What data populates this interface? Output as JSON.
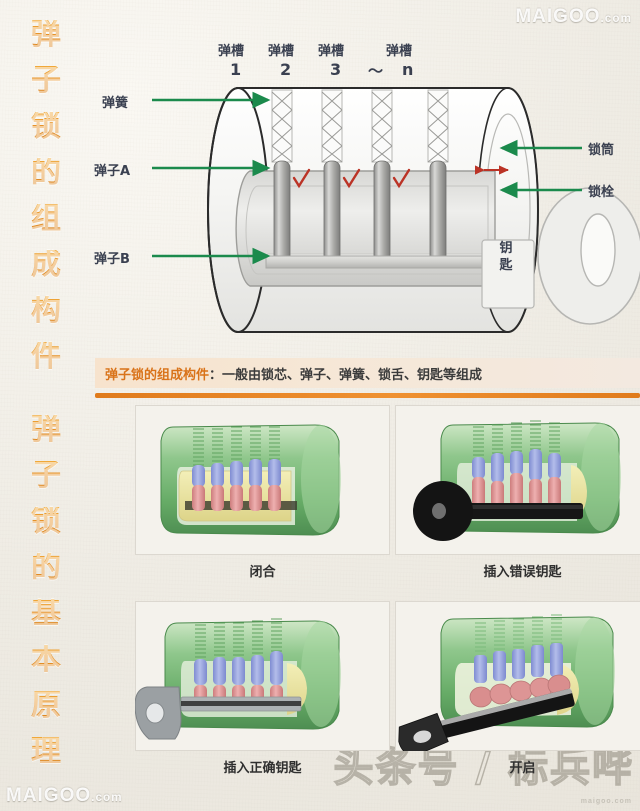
{
  "page": {
    "background_color": "#efece4",
    "divider_color": "#e07b1c"
  },
  "watermarks": {
    "top_right": "MAIGOO",
    "top_right_suffix": ".com",
    "bottom_left": "MAIGOO",
    "bottom_left_suffix": ".com",
    "bottom_right_small": "maigoo.com",
    "headline_overlay": "头条号 / 标兵哔"
  },
  "vertical_titles": {
    "top": {
      "text": "弹子锁的组成构件",
      "chars": [
        "弹",
        "子",
        "锁",
        "的",
        "组",
        "成",
        "构",
        "件"
      ],
      "color": "#e7932a"
    },
    "bottom": {
      "text": "弹子锁的基本原理",
      "chars": [
        "弹",
        "子",
        "锁",
        "的",
        "基",
        "本",
        "原",
        "理"
      ],
      "color": "#e7932a"
    }
  },
  "diagram": {
    "title_row": {
      "slot_labels": [
        "弹槽",
        "弹槽",
        "弹槽",
        "弹槽"
      ],
      "slot_numbers": [
        "1",
        "2",
        "3",
        "n"
      ],
      "ellipsis": "～"
    },
    "left_labels": [
      {
        "name": "spring",
        "text": "弹簧"
      },
      {
        "name": "pin-a",
        "text": "弹子A"
      },
      {
        "name": "pin-b",
        "text": "弹子B"
      }
    ],
    "right_labels": [
      {
        "name": "lock-barrel",
        "text": "锁筒"
      },
      {
        "name": "lock-bolt",
        "text": "锁栓"
      }
    ],
    "inline_labels": [
      {
        "name": "key",
        "text": "钥 匙"
      }
    ],
    "arrow_color": "#1b8a4c",
    "check_color": "#c0392b",
    "check_count": 4
  },
  "banner": {
    "strong": "弹子锁的组成构件",
    "rest": "：一般由锁芯、弹子、弹簧、锁舌、钥匙等组成",
    "strong_color": "#d9731a"
  },
  "panels": [
    {
      "name": "closed",
      "caption": "闭合",
      "key": "none",
      "key_color": "",
      "pins_aligned": false
    },
    {
      "name": "wrong-key",
      "caption": "插入错误钥匙",
      "key": "black",
      "key_color": "#171717",
      "pins_aligned": false
    },
    {
      "name": "correct-key",
      "caption": "插入正确钥匙",
      "key": "silver",
      "key_color": "#9aa0a3",
      "pins_aligned": true
    },
    {
      "name": "unlocked",
      "caption": "开启",
      "key": "black",
      "key_color": "#1b1b1b",
      "pins_aligned": true
    }
  ],
  "colors": {
    "lock_body_green": "#8cc48a",
    "plug_yellow": "#e9e3a6",
    "pin_upper_blue": "#9aa6e0",
    "pin_lower_red": "#dd8f8f",
    "spring_green": "#6ab06a"
  }
}
